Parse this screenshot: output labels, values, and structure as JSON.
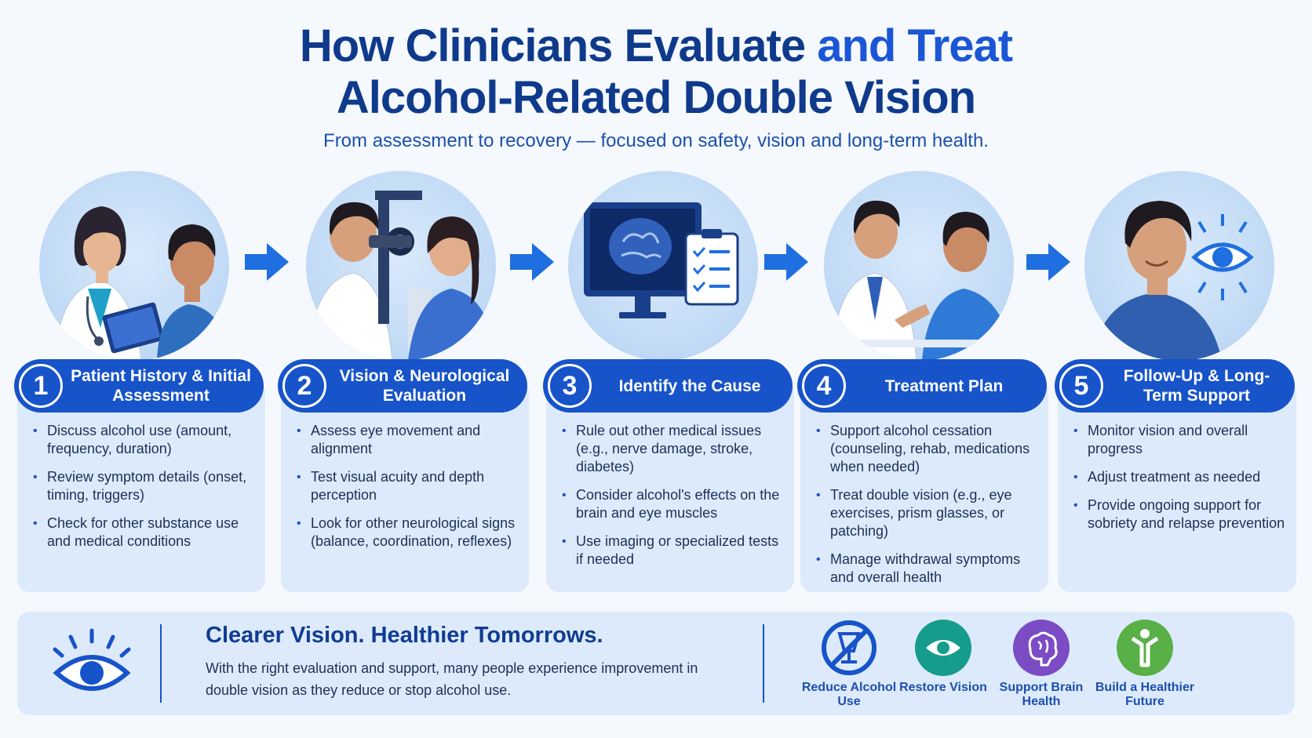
{
  "title": {
    "line1_part1": "How Clinicians Evaluate",
    "line1_part2": "and Treat",
    "line2": "Alcohol-Related Double Vision"
  },
  "subtitle": "From assessment to recovery — focused on safety, vision and long-term health.",
  "steps": [
    {
      "number": "1",
      "title": "Patient History & Initial Assessment",
      "bullets": [
        "Discuss alcohol use (amount, frequency, duration)",
        "Review symptom details (onset, timing, triggers)",
        "Check for other substance use and medical conditions"
      ]
    },
    {
      "number": "2",
      "title": "Vision & Neurological Evaluation",
      "bullets": [
        "Assess eye movement and alignment",
        "Test visual acuity and depth perception",
        "Look for other neurological signs (balance, coordination, reflexes)"
      ]
    },
    {
      "number": "3",
      "title": "Identify the Cause",
      "bullets": [
        "Rule out other medical issues (e.g., nerve damage, stroke, diabetes)",
        "Consider alcohol's effects on the brain and eye muscles",
        "Use imaging or specialized tests if needed"
      ]
    },
    {
      "number": "4",
      "title": "Treatment Plan",
      "bullets": [
        "Support alcohol cessation (counseling, rehab, medications when needed)",
        "Treat double vision (e.g., eye exercises, prism glasses, or patching)",
        "Manage withdrawal symptoms and overall health"
      ]
    },
    {
      "number": "5",
      "title": "Follow-Up & Long-Term Support",
      "bullets": [
        "Monitor vision and overall progress",
        "Adjust treatment as needed",
        "Provide ongoing support for sobriety and relapse prevention"
      ]
    }
  ],
  "footer": {
    "title": "Clearer Vision. Healthier Tomorrows.",
    "description": "With the right evaluation and support, many people experience improvement in double vision as they reduce or stop alcohol use.",
    "benefits": [
      {
        "label": "Reduce Alcohol Use",
        "icon": "no-alcohol-icon",
        "color": "#1753c9"
      },
      {
        "label": "Restore Vision",
        "icon": "eye-icon",
        "color": "#169c8c"
      },
      {
        "label": "Support Brain Health",
        "icon": "brain-icon",
        "color": "#7b4cc4"
      },
      {
        "label": "Build a Healthier Future",
        "icon": "person-icon",
        "color": "#58b046"
      }
    ]
  },
  "colors": {
    "primary": "#1753c9",
    "dark_blue": "#0f3a8c",
    "card": "#ddeafb",
    "background": "#f5f9fe"
  }
}
